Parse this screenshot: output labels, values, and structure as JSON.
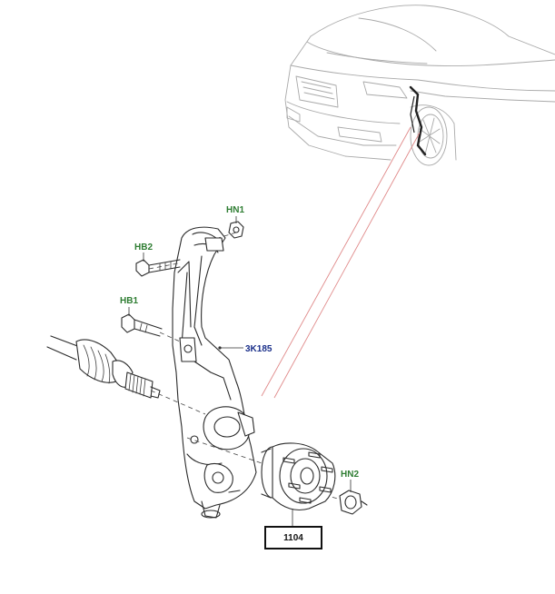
{
  "callouts": {
    "hn1": "HN1",
    "hb2": "HB2",
    "hb1": "HB1",
    "knuckle": "3K185",
    "hn2": "HN2",
    "hub": "1104"
  },
  "colors": {
    "callout_green": "#2e7d32",
    "callout_blue": "#1a2f8a",
    "callout_black": "#111111",
    "locator_line": "#e08a8a",
    "vehicle_outline": "#a9a9a9"
  }
}
